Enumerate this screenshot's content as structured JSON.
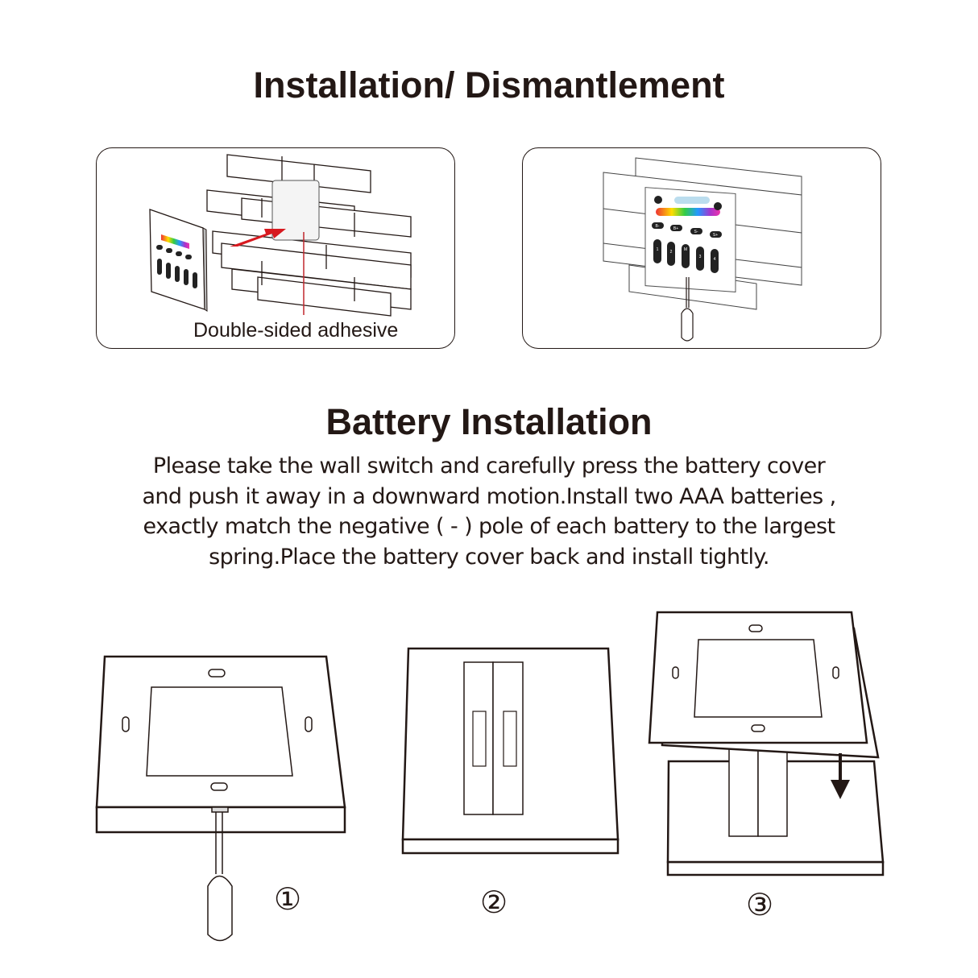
{
  "installation": {
    "title": "Installation/ Dismantlement",
    "adhesive_label": "Double-sided adhesive",
    "remote_buttons": [
      "B-",
      "B+",
      "S-",
      "S+",
      "1",
      "2",
      "M",
      "3",
      "4"
    ]
  },
  "battery": {
    "title": "Battery Installation",
    "instructions": [
      "Please take the wall switch and carefully press the battery cover",
      "and push it away in a downward motion.Install two AAA batteries ,",
      "exactly match the negative ( - ) pole of each battery to the largest",
      "spring.Place the battery cover back and install tightly."
    ],
    "steps": [
      "①",
      "②",
      "③"
    ]
  },
  "colors": {
    "ink": "#231815",
    "arrow": "#d7191f",
    "leader_line": "#c0272d"
  }
}
